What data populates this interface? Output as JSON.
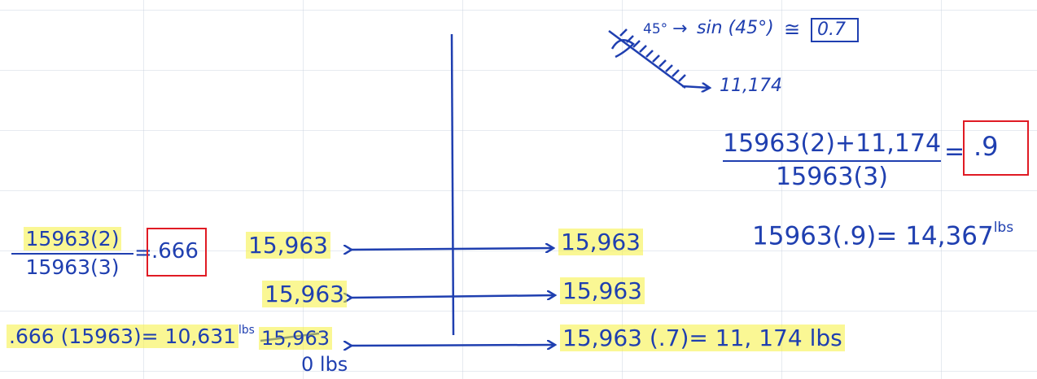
{
  "colors": {
    "ink": "#1f3fb0",
    "highlight": "#f5f03c",
    "box": "#e01b24"
  },
  "top_note": {
    "angle": "45°",
    "arrow": "→",
    "sin_expr": "sin (45°)",
    "approx": "≅",
    "sin_value": "0.7",
    "force_value": "11,174"
  },
  "right_calc": {
    "numerator": "15963(2)+11,174",
    "denominator": "15963(3)",
    "equals": "=",
    "result": ".9",
    "line2": "15963(.9)= 14,367",
    "unit": "lbs"
  },
  "left_calc": {
    "numerator": "15963(2)",
    "denominator": "15963(3)",
    "equals": "=",
    "result": ".666",
    "line2": ".666 (15963)= 10,631",
    "unit": "lbs"
  },
  "diagram": {
    "rows": [
      {
        "left": "15,963",
        "right": "15,963"
      },
      {
        "left": "15,963",
        "right": "15,963"
      },
      {
        "left": "15,963",
        "right": "15,963 (.7)= 11, 174  lbs"
      }
    ],
    "crossed_note": "0 lbs"
  }
}
